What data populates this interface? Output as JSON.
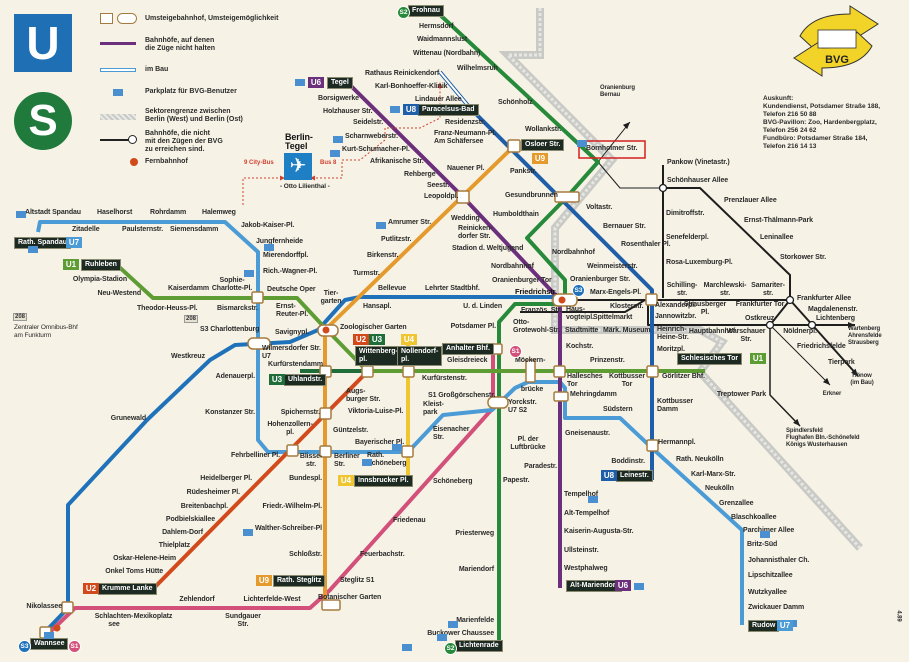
{
  "legend": {
    "interchange": "Umsteigebahnhof, Umsteigemöglichkeit",
    "no_stop": "Bahnhöfe, auf denen\ndie Züge nicht halten",
    "under_construction": "im Bau",
    "parking": "Parkplatz für BVG-Benutzer",
    "sector_border": "Sektorengrenze zwischen\nBerlin (West) und Berlin (Ost)",
    "non_bvg": "Bahnhöfe, die nicht\nmit den Zügen der BVG\nzu erreichen sind.",
    "long_distance": "Fernbahnhof"
  },
  "logos": {
    "u": "U",
    "s": "S",
    "bvg": "BVG"
  },
  "info": "Auskunft:\nKundendienst, Potsdamer Straße 188,\nTelefon 216 50 88\nBVG-Pavillon: Zoo, Hardenbergplatz,\nTelefon 256 24 62\nFundbüro: Potsdamer Straße 184,\nTelefon 216 14 13",
  "airport": {
    "name": "Berlin-\nTegel",
    "subtitle": "- Otto Lilienthal -",
    "bus_left": "9 City-Bus",
    "bus_right": "Bus 8"
  },
  "misc": {
    "bus_208_a": "208",
    "bus_208_b": "208",
    "zob": "Zentraler Omnibus-Bhf\nam Funkturm",
    "print_code": "4.89"
  },
  "colors": {
    "U1": "#5e9c34",
    "U2": "#d24a1c",
    "U3": "#1f6e3a",
    "U4": "#efc531",
    "U6": "#6b2f7c",
    "U7": "#4a9bd6",
    "U8": "#1f5ea8",
    "U9": "#e49a2c",
    "S1": "#d2507a",
    "S2": "#27893a",
    "S3": "#1f72ba",
    "east": "#1e1e1e",
    "border": "#c9c9c5",
    "interchange": "#a57b3f",
    "fernbahnhof": "#d24a1c",
    "highlight": "#d42020"
  },
  "stations": [
    "Altstadt Spandau",
    "Haselhorst",
    "Rohrdamm",
    "Halemweg",
    "Zitadelle",
    "Paulsternstr.",
    "Siemensdamm",
    "Jakob-Kaiser-Pl.",
    "Jungfernheide",
    "Mierendorffpl.",
    "Rich.-Wagner-Pl.",
    "Olympia-Stadion",
    "Neu-Westend",
    "Kaiserdamm",
    "Sophie-\nCharlotte-Pl.",
    "Deutsche Oper",
    "Theodor-Heuss-Pl.",
    "Bismarckstr.",
    "Ernst-\nReuter-Pl.",
    "Tier-\ngarten",
    "S3 Charlottenburg",
    "Savignypl.",
    "Wilmersdorfer Str.\nU7",
    "Westkreuz",
    "Kurfürstendamm",
    "Adenauerpl.",
    "Konstanzer Str.",
    "Spichernstr.",
    "Hohenzollern-\npl.",
    "Grunewald",
    "Fehrbelliner Pl.",
    "Blisse-\nstr.",
    "Bundespl.",
    "Heidelberger Pl.",
    "Rüdesheimer Pl.",
    "Breitenbachpl.",
    "Podbielskiallee",
    "Dahlem-Dorf",
    "Thielplatz",
    "Oskar-Helene-Heim",
    "Onkel Toms Hütte",
    "Friedr.-Wilhelm-Pl.",
    "Walther-Schreiber-Pl",
    "Schloßstr.",
    "Nikolassee",
    "Schlachten-\nsee",
    "Mexikoplatz",
    "Zehlendorf",
    "Lichterfelde-West",
    "Sundgauer\nStr.",
    "Botanischer Garten",
    "Steglitz S1",
    "Feuerbachstr.",
    "Friedenau",
    "Schöneberg",
    "Augs-\nburger Str.",
    "Viktoria-Luise-Pl.",
    "Güntzelstr.",
    "Bayerischer Pl.",
    "Berliner\nStr.",
    "Rath.\nSchöneberg",
    "Kurfürstenstr.",
    "Gleisdreieck",
    "S1 Großgörschenstr.",
    "Kleist-\npark",
    "Eisenacher\nStr.",
    "Yorckstr.\nU7 S2",
    "Möckern-",
    "brücke",
    "Hallesches\nTor",
    "Mehringdamm",
    "Prinzenstr.",
    "Kottbusser\nTor",
    "Görlitzer Bhf.",
    "Kottbusser\nDamm",
    "Südstern",
    "Gneisenaustr.",
    "Hermannpl.",
    "Boddinstr.",
    "Rath. Neukölln",
    "Karl-Marx-Str.",
    "Neukölln",
    "Grenzallee",
    "Blaschkoallee",
    "Parchimer Allee",
    "Britz-Süd",
    "Johannisthaler Ch.",
    "Lipschitzallee",
    "Wutzkyallee",
    "Zwickauer Damm",
    "Pl. der\nLuftbrücke",
    "Paradestr.",
    "Papestr.",
    "Tempelhof",
    "Alt-Tempelhof",
    "Kaiserin-Augusta-Str.",
    "Ullsteinstr.",
    "Westphalweg",
    "Priesterweg",
    "Mariendorf",
    "Marienfelde",
    "Buckower Chaussee",
    "Kochstr.",
    "Potsdamer Pl.",
    "U. d. Linden",
    "Französ. Str.",
    "Haus-\nvogteipl.",
    "Spittelmarkt",
    "Otto-\nGrotewohl-Str.",
    "Stadtmitte",
    "Märk. Museum",
    "Heinrich-\nHeine-Str.",
    "Moritzpl.",
    "Jannowitzbr.",
    "Alexanderpl.",
    "Klosterstr.",
    "Marx-Engels-Pl.",
    "Friedrichstr.",
    "Oranienburger Str.",
    "Oranienburger Tor",
    "Weinmeisterstr.",
    "Nordbahnhof",
    "Nordbahnhof",
    "Stadion d. Weltjugend",
    "Rosenthaler Pl.",
    "Bernauer Str.",
    "Voltastr.",
    "Humboldthain",
    "Gesundbrunnen",
    "Wedding",
    "Reinicken-\ndorfer Str.",
    "Seestr.",
    "Leopoldpl.",
    "Nauener Pl.",
    "Pankstr.",
    "Wollankstr.",
    "Schönholz",
    "Wilhelmsruh",
    "Wittenau (Nordbahn)",
    "Waidmannslust",
    "Hermsdorf",
    "Rathaus Reinickendorf",
    "Karl-Bonhoeffer-Klinik",
    "Lindauer Allee",
    "Residenzstr.",
    "Franz-Neumann-Pl.\nAm Schäfersee",
    "Borsigwerke",
    "Holzhauser Str.",
    "Seidelstr.",
    "Scharnweberstr.",
    "Kurt-Schumacher-Pl.",
    "Afrikanische Str.",
    "Rehberge",
    "Amrumer Str.",
    "Putlitzstr.",
    "Birkenstr.",
    "Turmstr.",
    "Bellevue",
    "Hansapl.",
    "Lehrter Stadtbhf.",
    "Zoologischer Garten",
    "Bornholmer Str.",
    "Pankow (Vinetastr.)",
    "Schönhauser Allee",
    "Prenzlauer Allee",
    "Dimitroffstr.",
    "Ernst-Thälmann-Park",
    "Senefelderpl.",
    "Leninallee",
    "Rosa-Luxemburg-Pl.",
    "Storkower Str.",
    "Schilling-\nstr.",
    "Marchlewski-\nstr.",
    "Samariter-\nstr.",
    "Strausberger\nPl.",
    "Frankfurter Tor",
    "Frankfurter Allee",
    "Magdalenenstr.",
    "Lichtenberg",
    "Ostkreuz",
    "Hauptbahnhof",
    "Warschauer\nStr.",
    "Nöldnerpl.",
    "Friedrichsfelde",
    "Tierpark",
    "Treptower Park"
  ],
  "directions": [
    "Oranienburg\nBernau",
    "Wartenberg\nAhrensfelde\nStrausberg",
    "Hönow\n(im Bau)",
    "Erkner",
    "Spindlersfeld\nFlughafen Bln.-Schönefeld\nKönigs Wusterhausen"
  ],
  "termini": [
    "Rath. Spandau",
    "Ruhleben",
    "Tegel",
    "Paracelsus-Bad",
    "Osloer Str.",
    "Wittenberg-\npl.",
    "Nollendorf-\npl.",
    "Uhlandstr.",
    "Anhalter Bhf.",
    "Schlesisches Tor",
    "Leinestr.",
    "Alt-Mariendorf",
    "Rudow",
    "Lichtenrade",
    "Innsbrucker Pl.",
    "Rath. Steglitz",
    "Krumme Lanke",
    "Wannsee",
    "Frohnau"
  ],
  "badges": [
    "U7",
    "U1",
    "U6",
    "U8",
    "U9",
    "U2",
    "U3",
    "U4",
    "U3",
    "U1",
    "U8",
    "U6",
    "U7",
    "U4",
    "U9",
    "U2",
    "S2",
    "S1",
    "S3",
    "S3",
    "S1",
    "S2"
  ]
}
